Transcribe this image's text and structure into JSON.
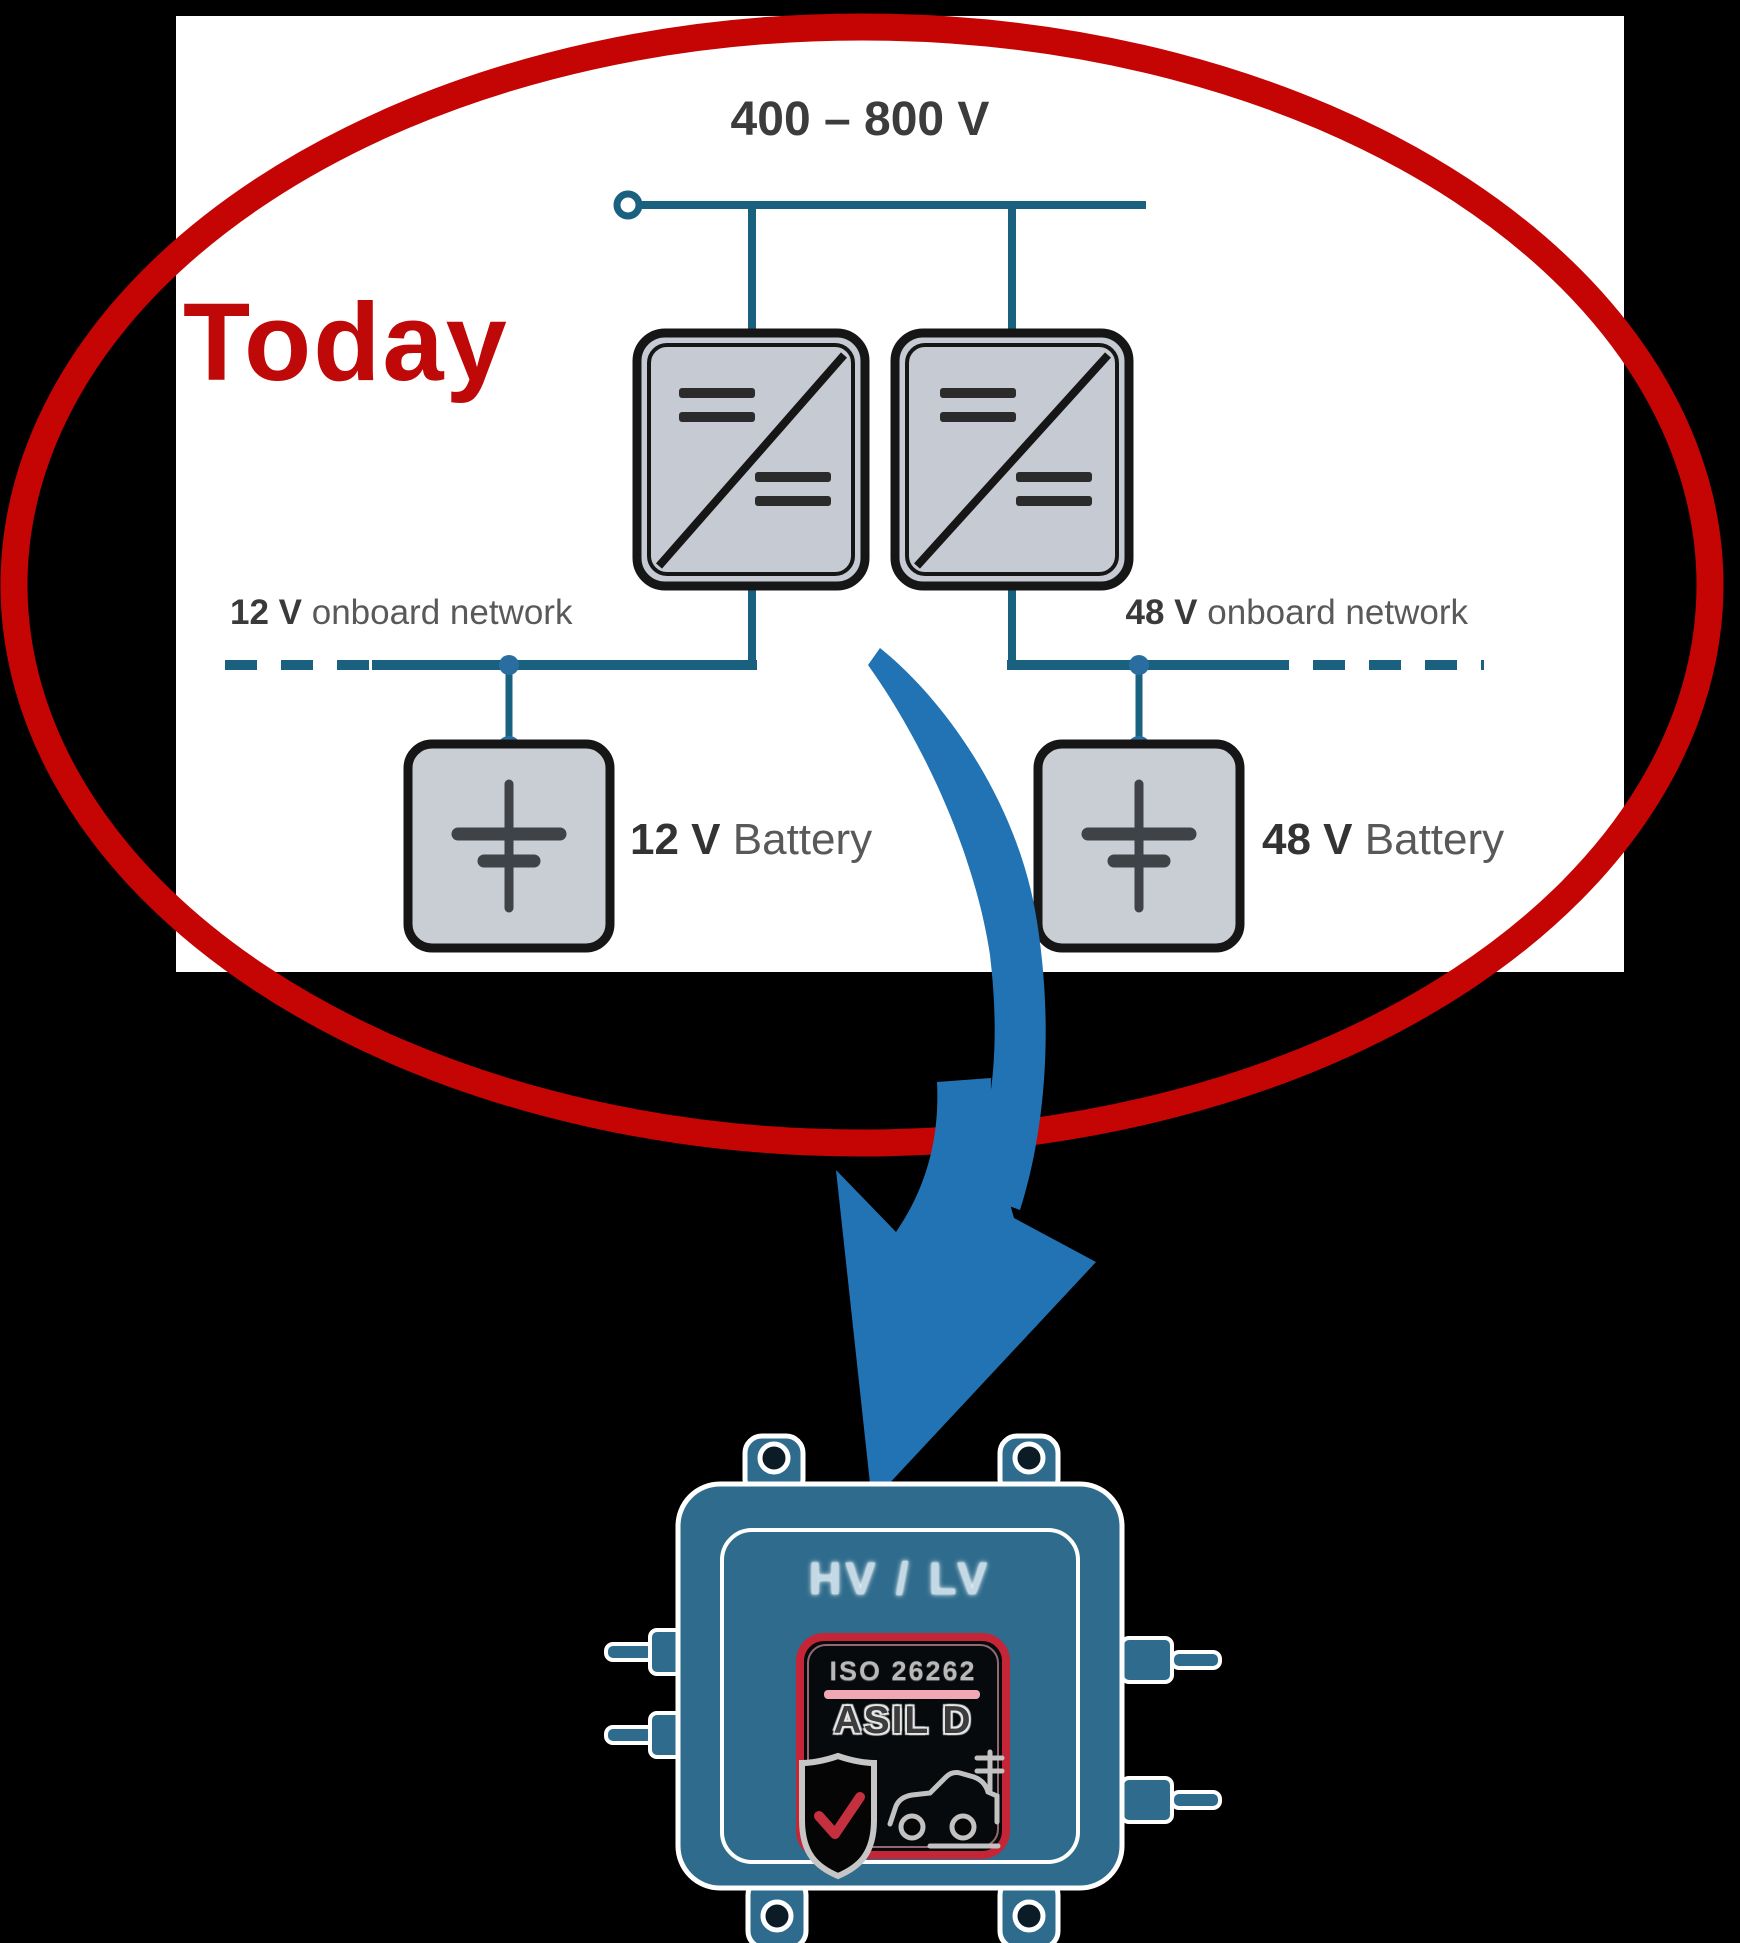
{
  "scene": {
    "annotation": {
      "today_label": "Today"
    },
    "hv_bus": {
      "label": "400 – 800 V"
    },
    "networks": {
      "left": {
        "voltage": "12 V",
        "name": "onboard network"
      },
      "right": {
        "voltage": "48 V",
        "name": "onboard network"
      }
    },
    "batteries": {
      "left": {
        "voltage": "12 V",
        "name": "Battery"
      },
      "right": {
        "voltage": "48 V",
        "name": "Battery"
      }
    },
    "chip": {
      "title": "HV / LV",
      "cert_standard": "ISO 26262",
      "cert_level": "ASIL D"
    },
    "icons": {
      "converter_left": "dc-dc-converter-icon",
      "converter_right": "dc-dc-converter-icon",
      "battery_left": "battery-cell-icon",
      "battery_right": "battery-cell-icon",
      "bus_terminal": "bus-terminal-icon",
      "arrow": "curved-arrow-down-icon",
      "chip": "chip-module-icon",
      "shield": "shield-check-icon",
      "car": "ev-car-charging-icon"
    },
    "colors": {
      "background": "#000000",
      "panel": "#ffffff",
      "line_teal": "#1a617f",
      "node_blue": "#2a6da0",
      "ellipse_red": "#c50404",
      "today_red": "#bf0808",
      "arrow_blue": "#2173b4",
      "box_fill": "#c6cad2",
      "box_border": "#161616",
      "chip_teal": "#2e6b8c",
      "badge_red": "#c42638",
      "badge_pink": "#f0a9b4",
      "label_dark": "#3c3c3c"
    }
  }
}
